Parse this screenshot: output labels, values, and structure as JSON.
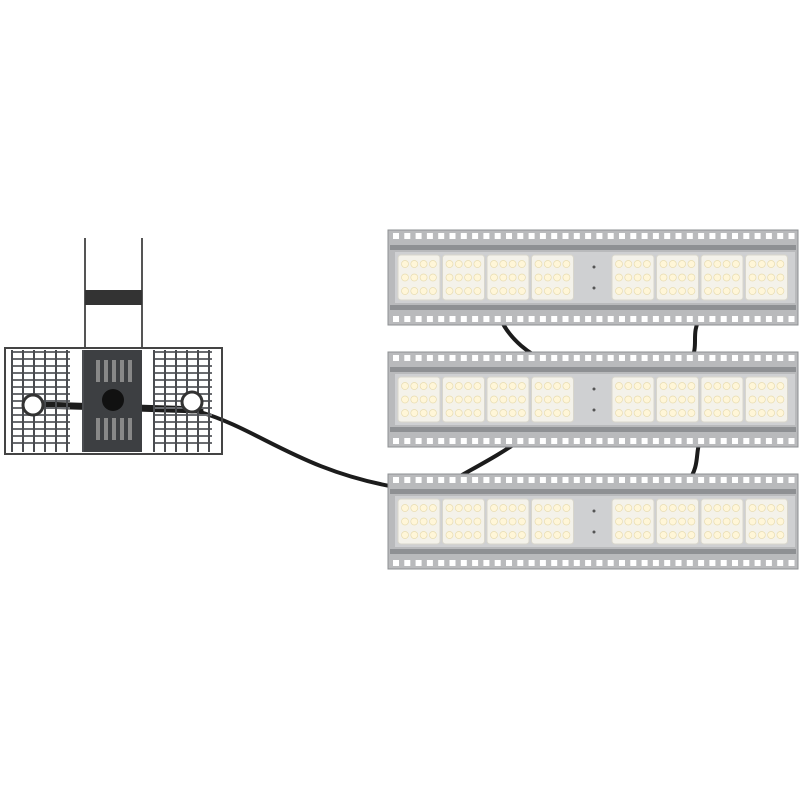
{
  "colors": {
    "background": "#ffffff",
    "housing": "#b9babc",
    "housing_dark": "#8e9093",
    "led_module": "#f4f2ea",
    "led_chip": "#fff6d8",
    "driver_body": "#3d3f42",
    "cable": "#1c1c1c"
  },
  "fixture": {
    "panel_count": 3,
    "modules_per_panel": 8,
    "leds_per_module": 12
  }
}
